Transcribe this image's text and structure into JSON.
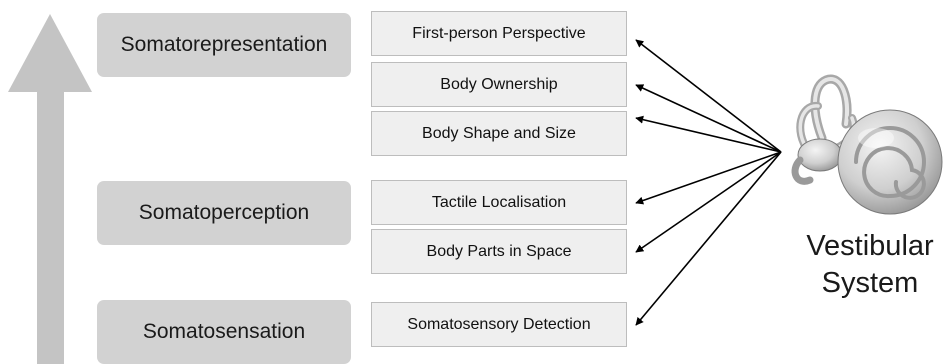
{
  "levels": [
    {
      "label": "Somatorepresentation"
    },
    {
      "label": "Somatoperception"
    },
    {
      "label": "Somatosensation"
    }
  ],
  "items": [
    {
      "label": "First-person Perspective"
    },
    {
      "label": "Body Ownership"
    },
    {
      "label": "Body Shape and Size"
    },
    {
      "label": "Tactile Localisation"
    },
    {
      "label": "Body Parts in Space"
    },
    {
      "label": "Somatosensory Detection"
    }
  ],
  "system": {
    "line1": "Vestibular",
    "line2": "System",
    "icon": "inner-ear-icon"
  },
  "colors": {
    "arrow": "#c4c4c4",
    "level_fill": "#d2d2d2",
    "item_fill": "#efefef",
    "item_border": "#bdbdbd",
    "connector": "#000000"
  }
}
